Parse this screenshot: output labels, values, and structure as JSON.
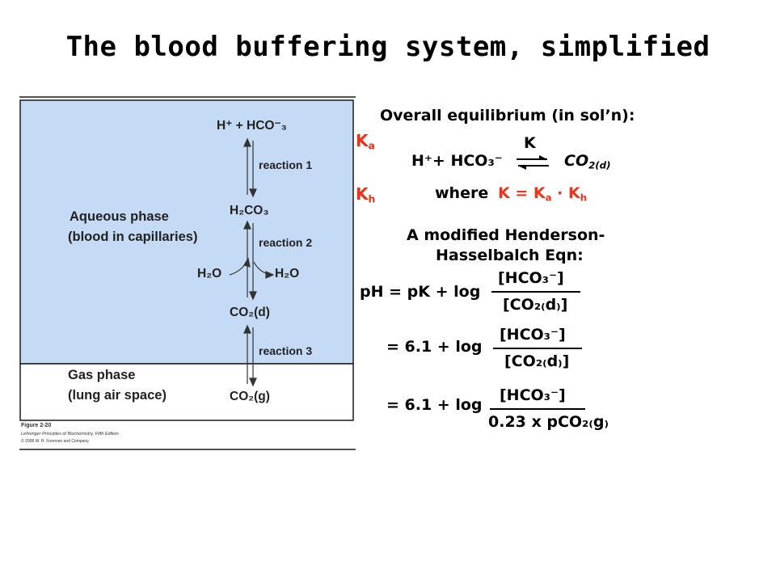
{
  "title": "The blood buffering system, simplified",
  "figure": {
    "aqueous_label_line1": "Aqueous phase",
    "aqueous_label_line2": "(blood in capillaries)",
    "gas_label_line1": "Gas phase",
    "gas_label_line2": "(lung air space)",
    "species": {
      "h_hco3": "H⁺ + HCO⁻₃",
      "h2co3": "H₂CO₃",
      "h2o_left": "H₂O",
      "h2o_right": "H₂O",
      "co2_d": "CO₂(d)",
      "co2_g": "CO₂(g)"
    },
    "reactions": [
      "reaction 1",
      "reaction 2",
      "reaction 3"
    ],
    "caption": {
      "figure_no": "Figure 2-20",
      "book": "Lehninger Principles of Biochemistry, Fifth Edition",
      "copyright": "© 2008 W. H. Freeman and Company"
    },
    "colors": {
      "aqueous": "#c5daf5",
      "gas": "#ffffff",
      "border": "#1a1a1a"
    }
  },
  "right_panel": {
    "ka_label": "Ka",
    "kh_label": "Kh",
    "overall_heading": "Overall equilibrium (in sol’n):",
    "equilibrium": {
      "left": "H⁺+ HCO₃⁻",
      "k": "K",
      "right_main": "CO",
      "right_sub": "2(d)"
    },
    "where_prefix": "where",
    "where_expr": "K = Ka · Kh",
    "hh_heading_line1": "A modified Henderson-",
    "hh_heading_line2": "Hasselbalch Eqn:",
    "line1_prefix": "pH = pK + log",
    "line2_prefix": "= 6.1 + log",
    "line3_prefix": "= 6.1 + log",
    "numerator": "[HCO₃⁻]",
    "denominator": "[CO₂₍d₎]",
    "denominator3": "0.23 x pCO₂₍g₎",
    "accent_color": "#e8341c"
  }
}
